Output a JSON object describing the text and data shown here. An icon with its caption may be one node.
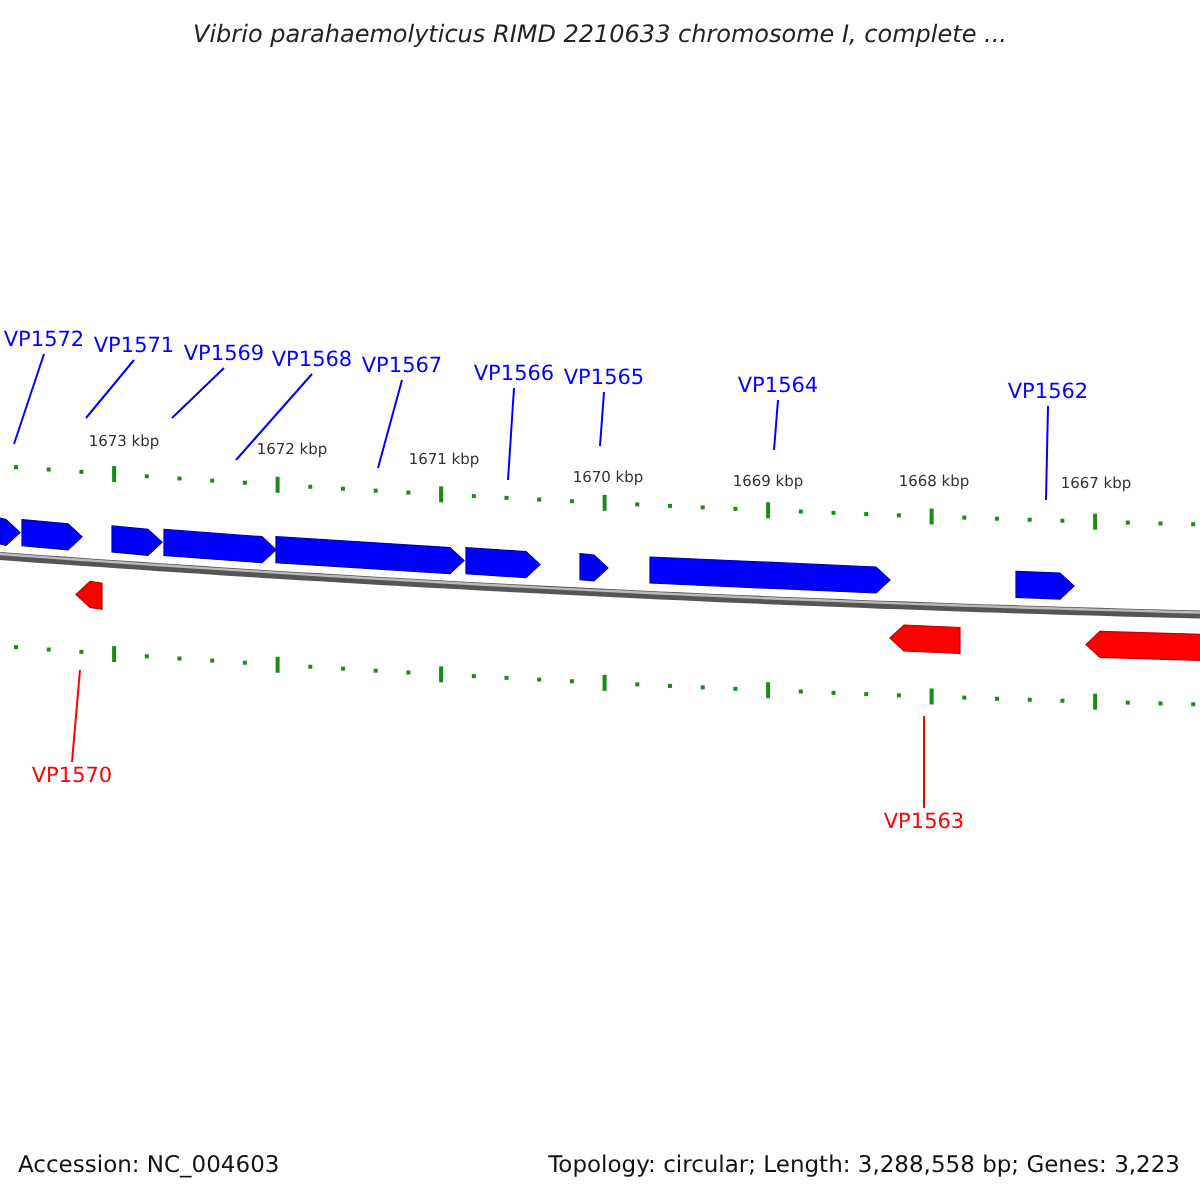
{
  "diagram": {
    "title": "Vibrio parahaemolyticus RIMD 2210633 chromosome I, complete ...",
    "nodes": [
      {
        "text": [
          "VP1572"
        ]
      },
      {
        "text": [
          "VP1571"
        ]
      },
      {
        "text": [
          "VP1569"
        ]
      },
      {
        "text": [
          "VP1568"
        ]
      },
      {
        "text": [
          "VP1567"
        ]
      },
      {
        "text": [
          "VP1566"
        ]
      },
      {
        "text": [
          "VP1565"
        ]
      },
      {
        "text": [
          "VP1564"
        ]
      },
      {
        "text": [
          "VP1562"
        ]
      },
      {
        "text": [
          "VP1570"
        ]
      },
      {
        "text": [
          "VP1563"
        ]
      }
    ],
    "edges": [
      {
        "from": 0,
        "to": null,
        "arrow": "none"
      },
      {
        "from": 1,
        "to": null,
        "arrow": "none"
      },
      {
        "from": 2,
        "to": null,
        "arrow": "none"
      },
      {
        "from": 3,
        "to": null,
        "arrow": "none"
      },
      {
        "from": 4,
        "to": null,
        "arrow": "none"
      },
      {
        "from": 5,
        "to": null,
        "arrow": "none"
      },
      {
        "from": 6,
        "to": null,
        "arrow": "none"
      },
      {
        "from": 7,
        "to": null,
        "arrow": "none"
      },
      {
        "from": 8,
        "to": null,
        "arrow": "none"
      },
      {
        "from": 9,
        "to": null,
        "arrow": "none",
        "color": "#ff0000"
      },
      {
        "from": 10,
        "to": null,
        "arrow": "none",
        "color": "#ff0000"
      }
    ],
    "labels": [
      "1673 kbp",
      "1672 kbp",
      "1671 kbp",
      "1670 kbp",
      "1669 kbp",
      "1668 kbp",
      "1667 kbp",
      "Accession: NC_004603",
      "Topology: circular; Length: 3,288,558 bp; Genes: 3,223"
    ]
  }
}
